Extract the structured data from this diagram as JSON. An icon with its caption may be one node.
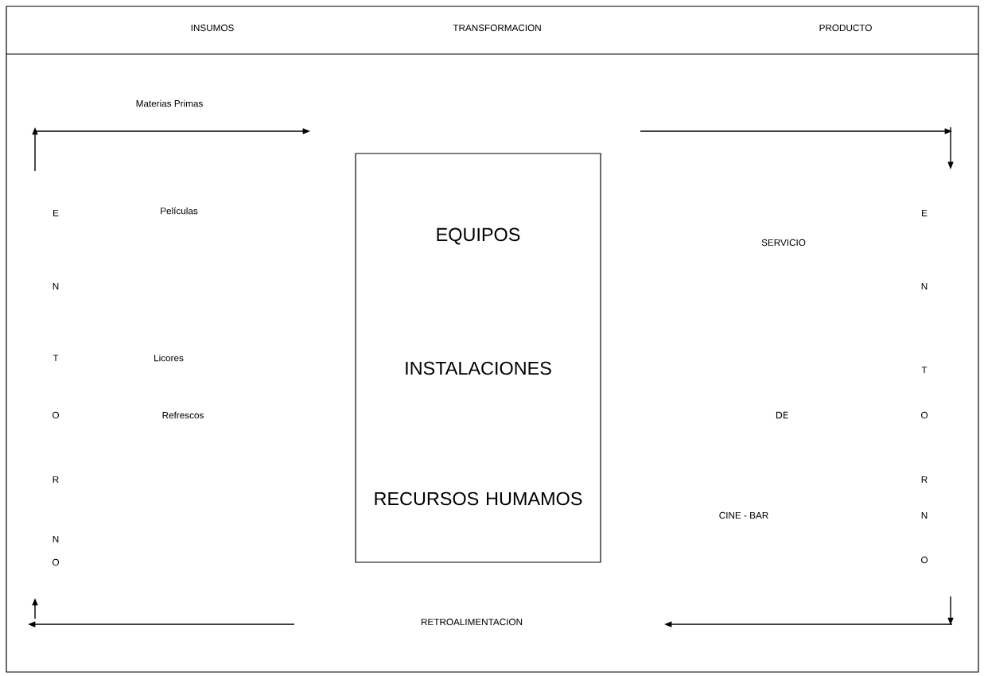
{
  "diagram": {
    "nodes": [
      {
        "text": [
          "EQUIPOS",
          "INSTALACIONES",
          "RECURSOS HUMAMOS"
        ]
      }
    ],
    "labels": [
      "INSUMOS",
      "TRANSFORMACION",
      "PRODUCTO",
      "Materias Primas",
      "E",
      "Películas",
      "N",
      "T",
      "Licores",
      "O",
      "Refrescos",
      "R",
      "N",
      "O",
      "E",
      "SERVICIO",
      "N",
      "T",
      "DE",
      "O",
      "R",
      "CINE - BAR",
      "N",
      "O",
      "RETROALIMENTACION"
    ]
  }
}
